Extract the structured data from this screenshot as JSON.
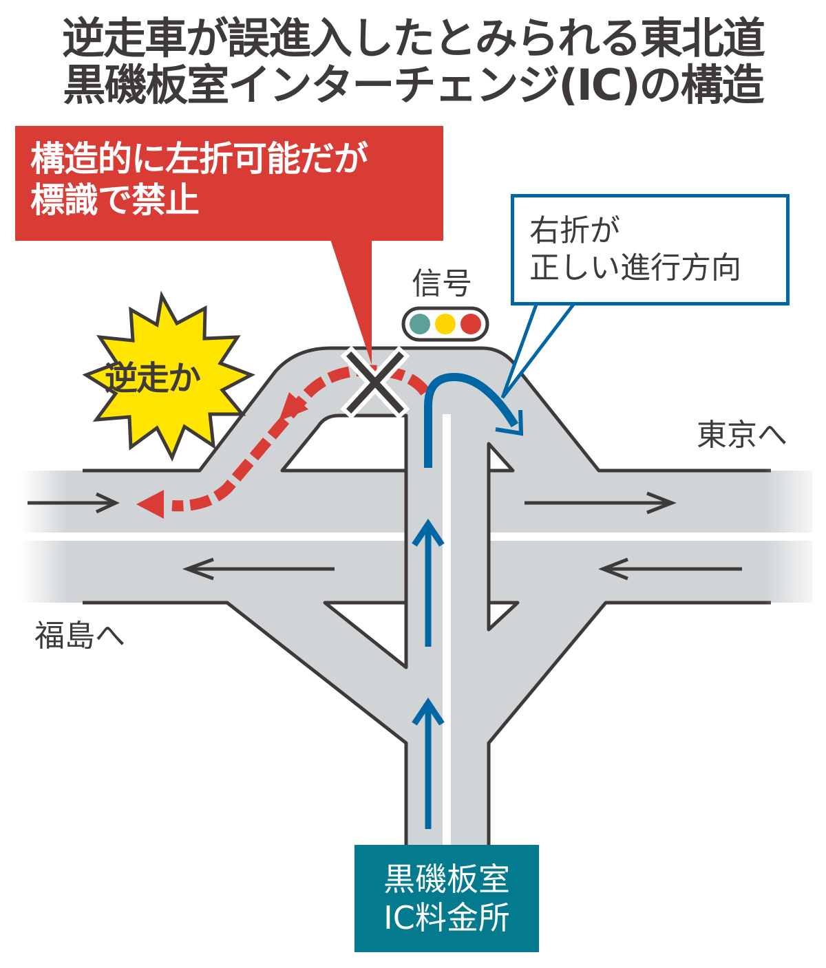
{
  "title": {
    "line1": "逆走車が誤進入したとみられる東北道",
    "line2": "黒磯板室インターチェンジ(IC)の構造"
  },
  "callouts": {
    "red": {
      "line1": "構造的に左折可能だが",
      "line2": "標識で禁止"
    },
    "blue": {
      "line1": "右折が",
      "line2": "正しい進行方向"
    },
    "burst": "逆走か"
  },
  "labels": {
    "signal": "信号",
    "to_tokyo": "東京へ",
    "to_fukushima": "福島へ"
  },
  "toll_gate": {
    "line1": "黒磯板室",
    "line2": "IC料金所"
  },
  "signal_lights": [
    "#5ba197",
    "#ffd400",
    "#d83c35"
  ],
  "colors": {
    "road": "#d0d4d7",
    "outline": "#3e3a39",
    "wrong_way": "#d83c35",
    "correct_way": "#0066a4",
    "burst": "#ffe500",
    "toll": "#047a8e"
  }
}
